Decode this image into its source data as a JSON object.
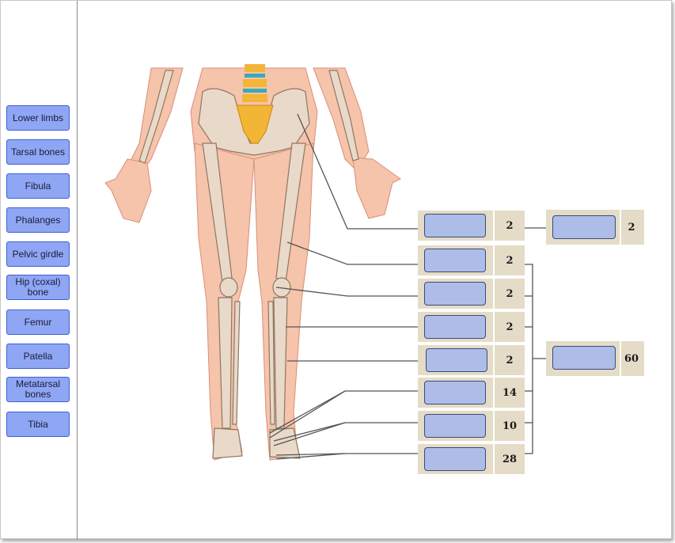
{
  "word_bank": [
    {
      "label": "Lower limbs"
    },
    {
      "label": "Tarsal bones"
    },
    {
      "label": "Fibula"
    },
    {
      "label": "Phalanges"
    },
    {
      "label": "Pelvic girdle"
    },
    {
      "label": "Hip (coxal) bone"
    },
    {
      "label": "Femur"
    },
    {
      "label": "Patella"
    },
    {
      "label": "Metatarsal bones"
    },
    {
      "label": "Tibia"
    }
  ],
  "targets": [
    {
      "value": "",
      "count": "2"
    },
    {
      "value": "",
      "count": "2"
    },
    {
      "value": "",
      "count": "2"
    },
    {
      "value": "",
      "count": "2"
    },
    {
      "value": "",
      "count": "2"
    },
    {
      "value": "",
      "count": "14"
    },
    {
      "value": "",
      "count": "10"
    },
    {
      "value": "",
      "count": "28"
    }
  ],
  "group_targets": [
    {
      "value": "",
      "count": "2"
    },
    {
      "value": "",
      "count": "60"
    }
  ],
  "colors": {
    "label_fill": "#8fa6f4",
    "label_border": "#3f5fd6",
    "drop_fill": "#aebde8",
    "panel": "#e5dcc7",
    "skin": "#f4b9a0",
    "bone": "#e9d9c8",
    "spine": "#f2b535",
    "disc": "#3aa9b8"
  }
}
